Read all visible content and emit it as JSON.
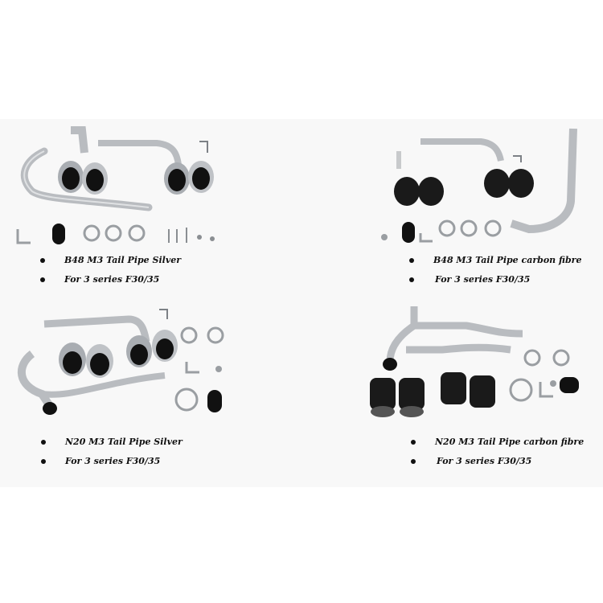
{
  "products": [
    {
      "name": "B48 M3 Tail Pipe Silver",
      "fitment": "For 3 series F30/35",
      "finish": "silver"
    },
    {
      "name": "B48 M3 Tail Pipe carbon fibre",
      "fitment": "For 3 series F30/35",
      "finish": "carbon"
    },
    {
      "name": "N20 M3 Tail Pipe Silver",
      "fitment": "For 3 series F30/35",
      "finish": "silver"
    },
    {
      "name": "N20 M3 Tail Pipe carbon fibre",
      "fitment": "For 3 series F30/35",
      "finish": "carbon"
    }
  ],
  "colors": {
    "steel": "#b9bcc0",
    "steel_dark": "#7d8186",
    "carbon": "#1a1a1a",
    "background": "#ffffff",
    "band": "#f8f8f8"
  }
}
